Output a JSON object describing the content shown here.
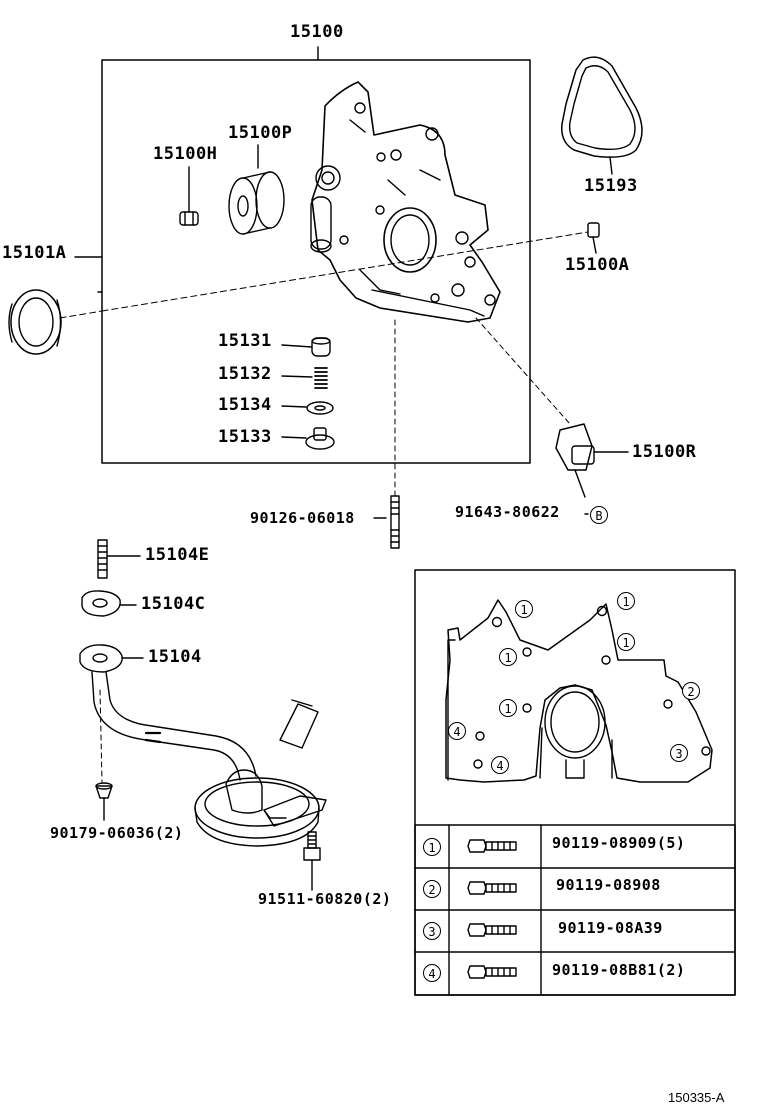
{
  "labels": {
    "p15100": "15100",
    "p15100P": "15100P",
    "p15100H": "15100H",
    "p15101A": "15101A",
    "p15193": "15193",
    "p15100A": "15100A",
    "p15131": "15131",
    "p15132": "15132",
    "p15134": "15134",
    "p15133": "15133",
    "p15100R": "15100R",
    "p90126": "90126-06018",
    "p91643": "91643-80622",
    "ref_b": "B",
    "p15104E": "15104E",
    "p15104C": "15104C",
    "p15104": "15104",
    "p90179": "90179-06036(2)",
    "p91511": "91511-60820(2)"
  },
  "detail_markers": [
    "1",
    "1",
    "1",
    "1",
    "1",
    "2",
    "3",
    "4",
    "4"
  ],
  "bolt_table": [
    {
      "num": "1",
      "part": "90119-08909(5)"
    },
    {
      "num": "2",
      "part": "90119-08908"
    },
    {
      "num": "3",
      "part": "90119-08A39"
    },
    {
      "num": "4",
      "part": "90119-08B81(2)"
    }
  ],
  "footer_code": "150335-A"
}
